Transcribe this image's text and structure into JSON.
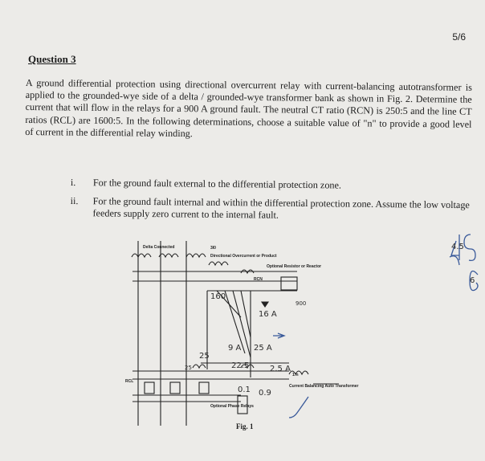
{
  "page_number": "5/6",
  "question_title": "Question 3",
  "paragraph": "A ground differential protection using directional overcurrent relay with current-balancing autotransformer is applied to the grounded-wye side of a delta / grounded-wye transformer bank as shown in Fig. 2. Determine the current that will flow in the relays for a 900 A ground fault. The neutral CT ratio (RCN) is 250:5 and the line CT ratios (RCL) are 1600:5. In the following determinations, choose a suitable value of \"n\" to provide a good level of current in the differential relay winding.",
  "items": [
    {
      "num": "i.",
      "text": "For the ground fault external to the differential protection zone."
    },
    {
      "num": "ii.",
      "text": "For the ground fault internal and within the differential protection zone. Assume the low voltage feeders supply zero current to the internal fault."
    }
  ],
  "figure": {
    "caption": "Fig. 1",
    "printed_labels": {
      "delta_connected": "Delta Connected",
      "io": "3I0",
      "directional_relay": "Directional Overcurrent or Product",
      "optional_resistor": "Optional Resistor or Reactor",
      "rcn": "RCN",
      "rcl": "RCL",
      "balancing_autotransformer": "Current Balancing Auto Transformer",
      "phase_relays": "Optional Phase Relays",
      "ratio_1n": "1:n"
    },
    "handwritten": {
      "top_right": "4.5",
      "top_right_2": "6",
      "v_rcl": "160",
      "i_900": "900",
      "i_16a": "16 A",
      "i_25": "25",
      "i_9a": "9 A",
      "i_25a": "25 A",
      "i_25_2": "25",
      "i_225": "22.5",
      "i_25a_2": "2.5 A",
      "r_01": "0.1",
      "r_09": "0.9"
    }
  }
}
